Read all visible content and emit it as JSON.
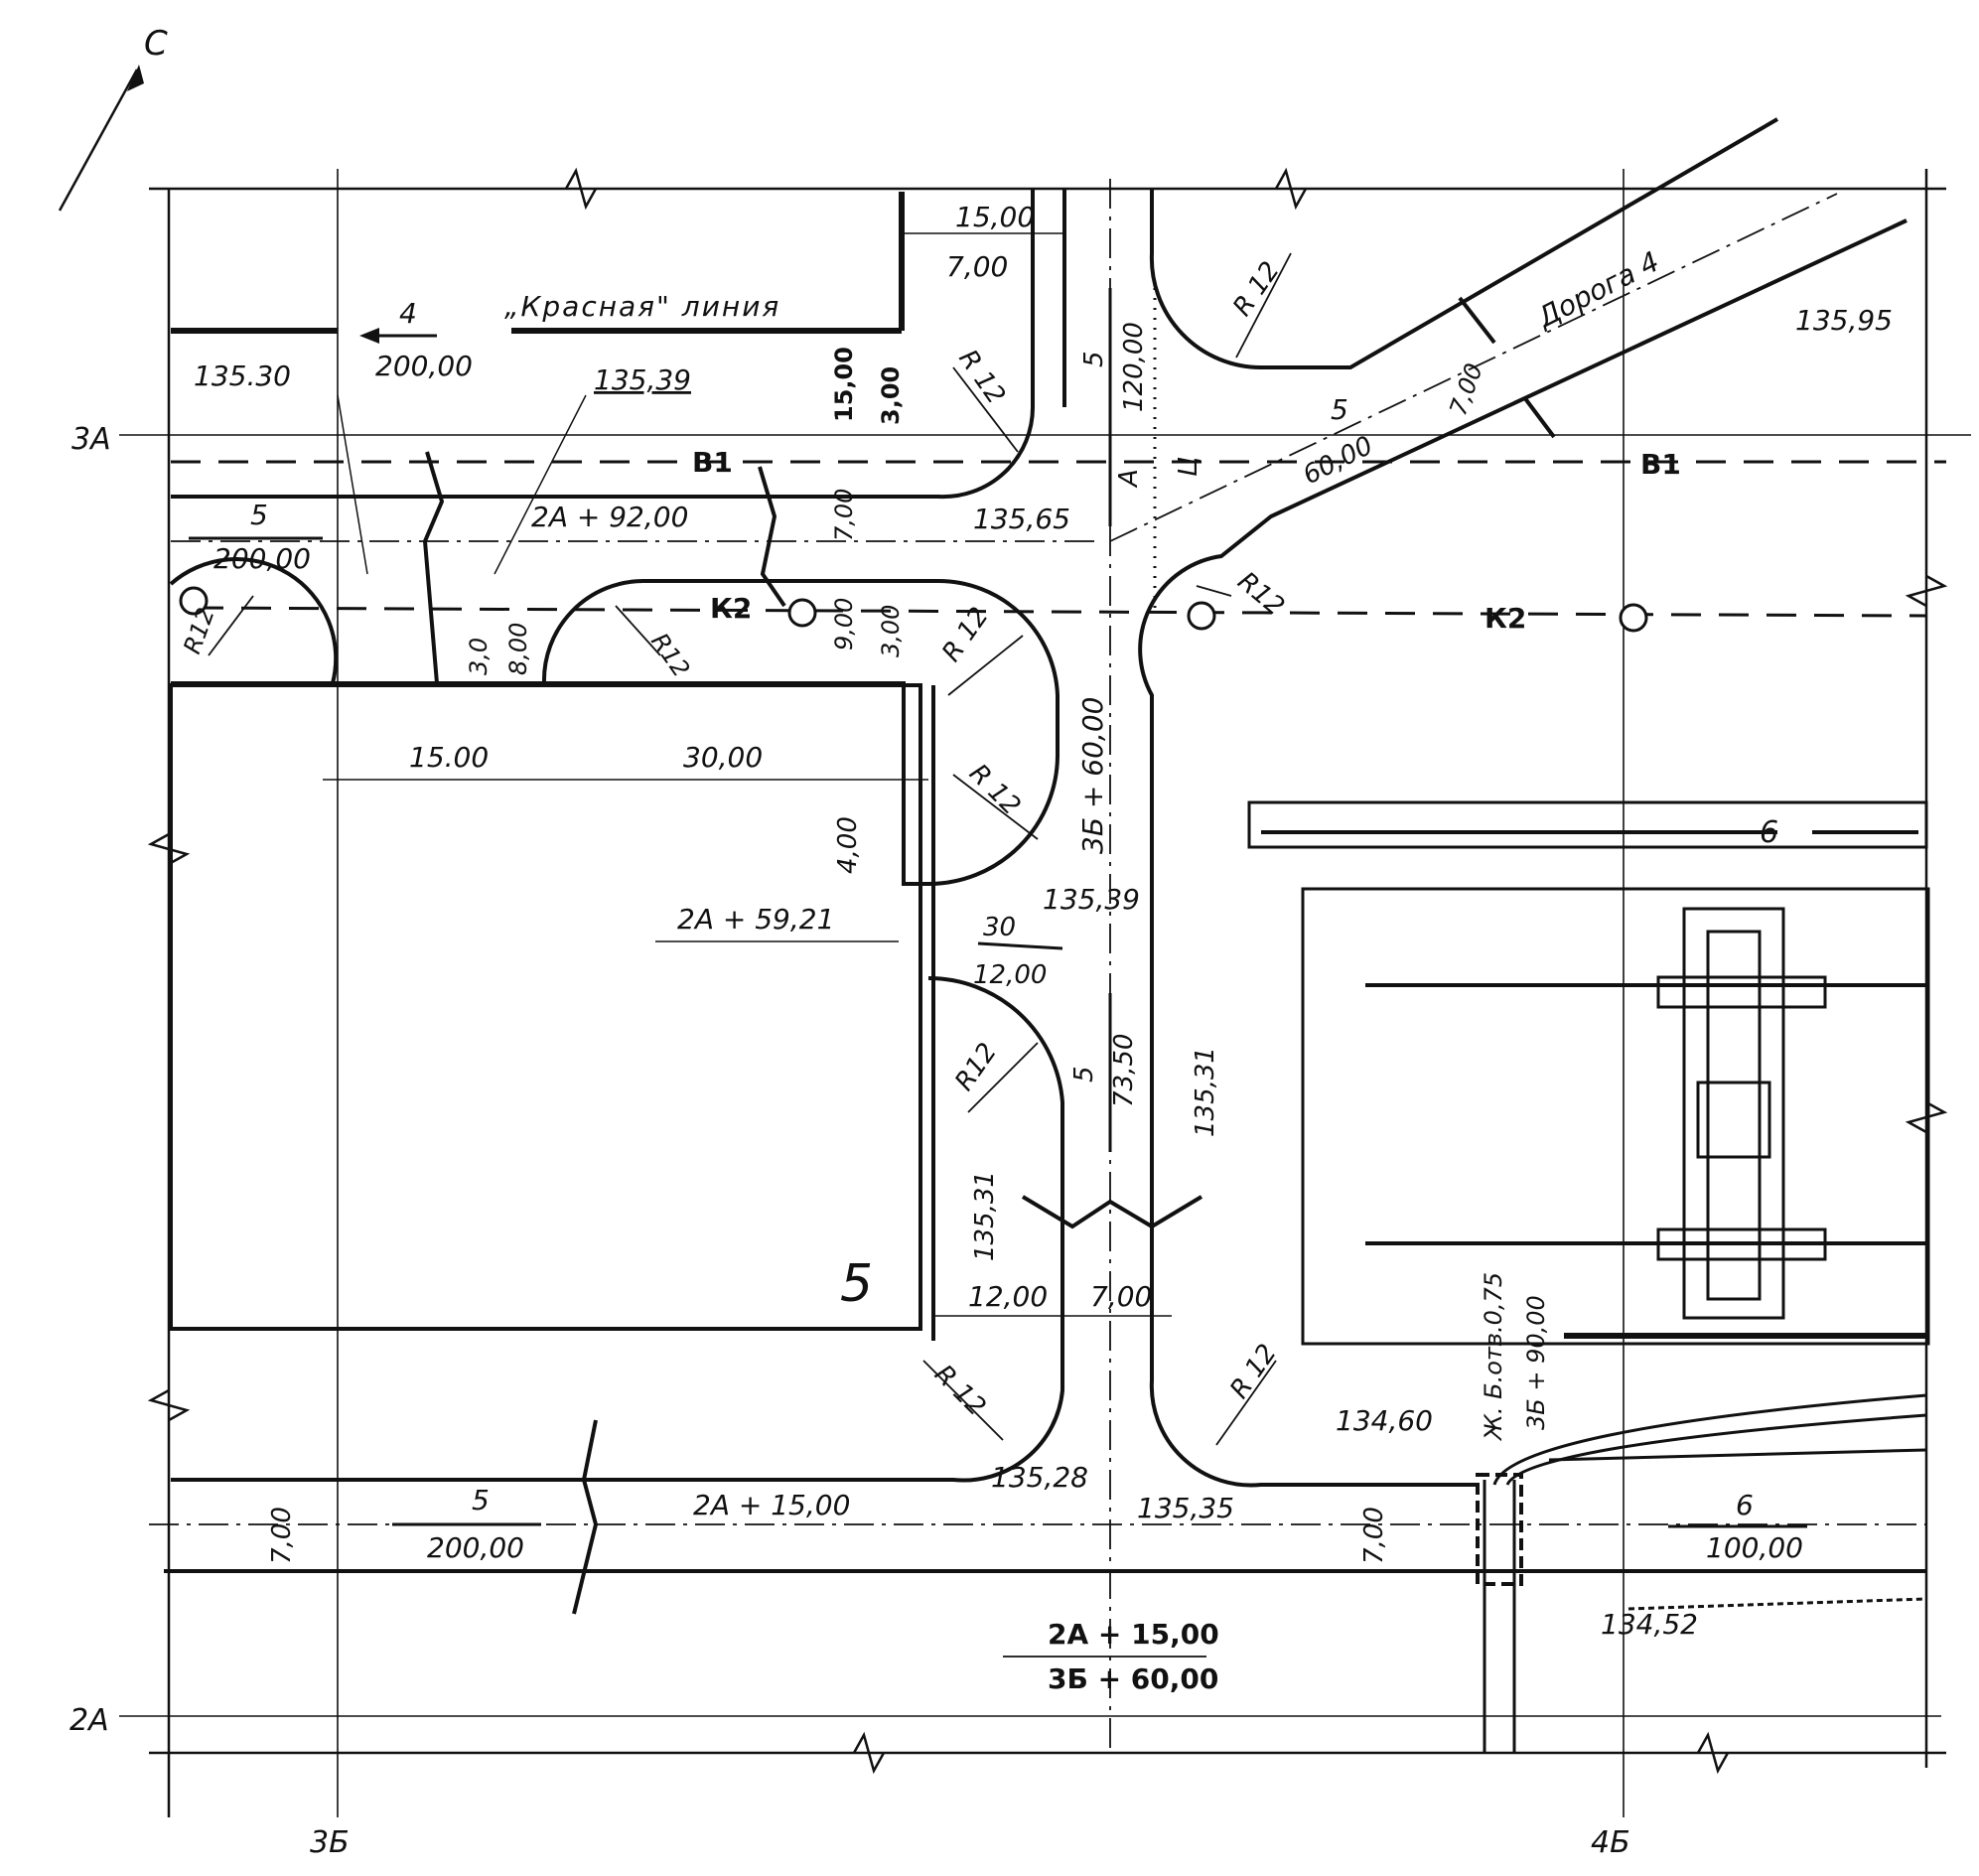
{
  "north": "С",
  "axes": {
    "row_3A": "3А",
    "row_2A": "2А",
    "col_3B": "3Б",
    "col_4B": "4Б"
  },
  "red_line": "„Красная\" линия",
  "road_label": "Дорога 4",
  "utilities": {
    "water": "В1",
    "sewer": "К2"
  },
  "elevations": {
    "e13530": "135.30",
    "e13539_top": "135,39",
    "e13565": "135,65",
    "e13595": "135,95",
    "e13539_mid": "135,39",
    "e13531_left": "135,31",
    "e13531_right": "135,31",
    "e13528": "135,28",
    "e13535": "135,35",
    "e13460": "134,60",
    "e13452": "134,52"
  },
  "stations": {
    "s2A9200": "2А + 92,00",
    "s2A5921": "2А + 59,21",
    "s2A1500_road": "2А + 15,00",
    "s3B6000_road": "3Б + 60,00",
    "s2A1500_node": "2А + 15,00",
    "s3B6000_node": "3Б + 60,00",
    "s3B9000": "3Б + 90,00",
    "branch": "Ж. Б.отв.0,75"
  },
  "slopes": {
    "top_left_num": "4",
    "top_left_len": "200,00",
    "row3_num": "5",
    "row3_len": "200,00",
    "bottom_num": "5",
    "bottom_len": "200,00",
    "right_num": "6",
    "right_len": "100,00",
    "vert_top_num": "5",
    "vert_top_len": "120,00",
    "vert_mid_num": "5",
    "vert_mid_len": "73,50",
    "diag_num": "5",
    "diag_len": "60,00",
    "mid_num": "30",
    "mid_len": "12,00",
    "canal_num": "6"
  },
  "dims": {
    "d1500_top": "15,00",
    "d700_top": "7,00",
    "d1500_v": "15,00",
    "d300_v": "3,00",
    "d700_v": "7,00",
    "d900_v": "9,00",
    "d300_v2": "3,00",
    "d30_v": "3,0",
    "d800_v": "8,00",
    "d1500_h": "15.00",
    "d3000_h": "30,00",
    "d400_v": "4,00",
    "d1200_low": "12,00",
    "d700_low": "7,00",
    "d700_left": "7,00",
    "d700_right": "7,00",
    "d700_diag": "7,00"
  },
  "radius": "R 12",
  "radius_alt": "R12",
  "block_number": "5",
  "axis_letter": "А",
  "axis_center": "Ц"
}
